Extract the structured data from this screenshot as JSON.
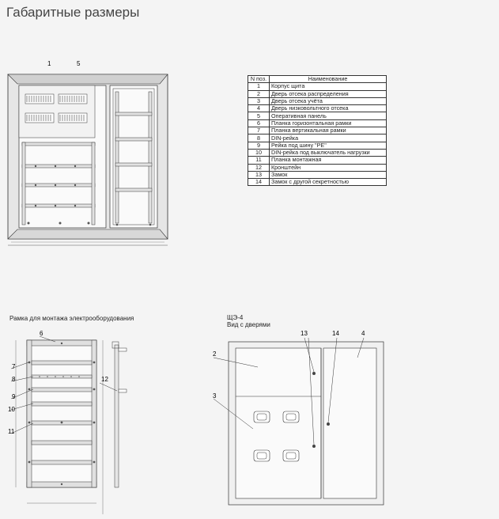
{
  "title": "Габаритные размеры",
  "top_callouts": [
    "1",
    "5"
  ],
  "legend": {
    "headers": {
      "num": "N поз.",
      "name": "Наименование"
    },
    "rows": [
      {
        "num": "1",
        "name": "Корпус щита"
      },
      {
        "num": "2",
        "name": "Дверь отсека распределения"
      },
      {
        "num": "3",
        "name": "Дверь отсека учёта"
      },
      {
        "num": "4",
        "name": "Дверь низковольтного отсека"
      },
      {
        "num": "5",
        "name": "Оперативная панель"
      },
      {
        "num": "6",
        "name": "Планка горизонтальная рамки"
      },
      {
        "num": "7",
        "name": "Планка вертикальная рамки"
      },
      {
        "num": "8",
        "name": "DIN-рейка"
      },
      {
        "num": "9",
        "name": "Рейка под шину \"PE\""
      },
      {
        "num": "10",
        "name": "DIN-рейка под выключатель нагрузки"
      },
      {
        "num": "11",
        "name": "Планка монтажная"
      },
      {
        "num": "12",
        "name": "Кронштейн"
      },
      {
        "num": "13",
        "name": "Замок"
      },
      {
        "num": "14",
        "name": "Замок с другой секретностью"
      }
    ]
  },
  "frame_drawing": {
    "caption": "Рамка для монтажа электрооборудования",
    "callouts": [
      "6",
      "7",
      "8",
      "9",
      "10",
      "11",
      "12"
    ]
  },
  "door_drawing": {
    "caption_line1": "ЩЭ-4",
    "caption_line2": "Вид с дверями",
    "callouts": [
      "2",
      "3",
      "13",
      "14",
      "4"
    ]
  }
}
